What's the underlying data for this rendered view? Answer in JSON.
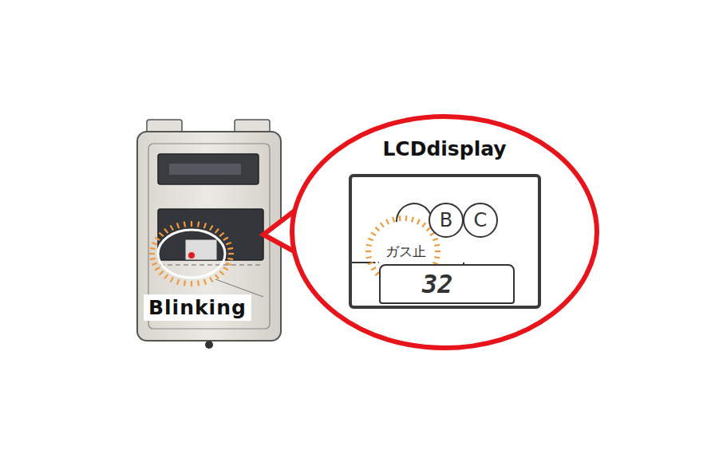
{
  "diagram": {
    "nodes": [
      {
        "text": [
          "LCDdisplay"
        ]
      },
      {
        "text": [
          "ガス止"
        ],
        "in": 0
      },
      {
        "text": [
          "B"
        ],
        "in": 1
      },
      {
        "text": [
          "C"
        ],
        "in": 1
      },
      {
        "text": [
          "32"
        ],
        "in": 1
      }
    ],
    "labels": [
      "Blinking"
    ]
  }
}
